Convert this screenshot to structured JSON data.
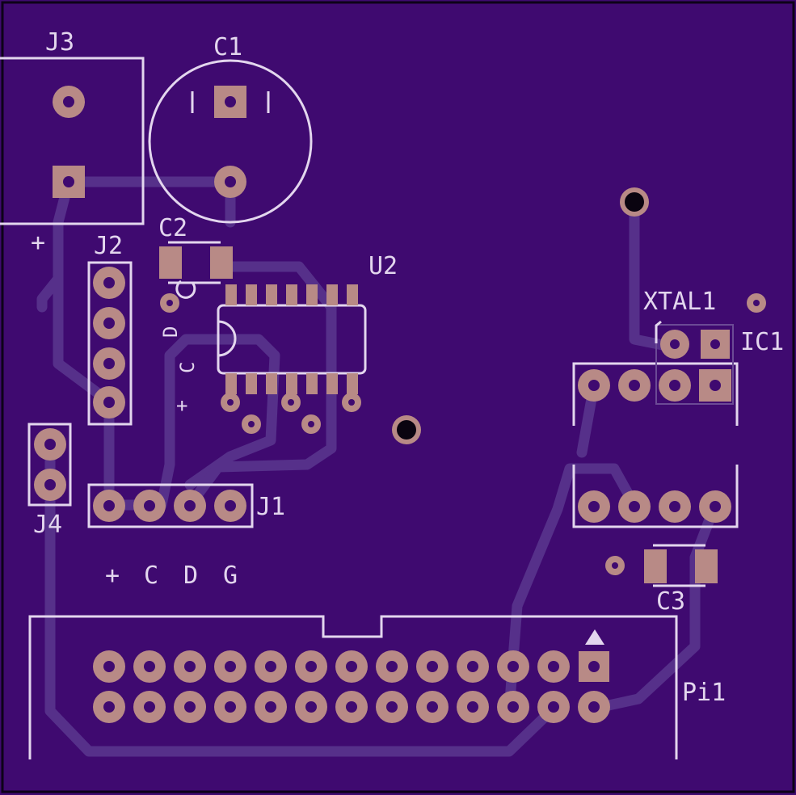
{
  "colors": {
    "board": "#3f0a70",
    "trace": "#56308a",
    "silk": "#e3d6ee",
    "pad": "#b88a86",
    "drill": "#3f0a70"
  },
  "labels": {
    "j3": "J3",
    "c1": "C1",
    "c2": "C2",
    "j2": "J2",
    "u2": "U2",
    "xtal1": "XTAL1",
    "ic1": "IC1",
    "j4": "J4",
    "j1": "J1",
    "c3": "C3",
    "pi1": "Pi1",
    "plus_j3": "+",
    "plus_vert": "+",
    "vert_d": "D",
    "vert_c": "C",
    "j1_pins": [
      "+",
      "C",
      "D",
      "G"
    ]
  }
}
